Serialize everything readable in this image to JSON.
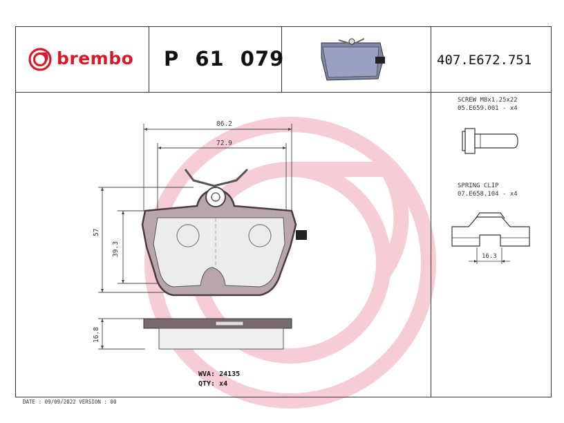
{
  "header": {
    "brand": "brembo",
    "part_code": "P 61 079",
    "reference": "407.E672.751"
  },
  "screw": {
    "name": "SCREW M8x1.25x22",
    "code": "05.E659.001 - x4"
  },
  "clip": {
    "name": "SPRING CLIP",
    "code": "07.E658.104 - x4",
    "dim": "16.3"
  },
  "dimensions": {
    "width_outer": "86.2",
    "width_inner": "72.9",
    "height_outer": "57",
    "height_inner": "39.3",
    "thickness": "16.8"
  },
  "info": {
    "wva": "WVA: 24135",
    "qty": "QTY: x4"
  },
  "footer": {
    "text": "DATE : 09/09/2022 VERSION : 00"
  },
  "colors": {
    "brand_red": "#d8192a",
    "watermark": "#f6d0d6",
    "pad_fill": "#ececec",
    "backplate": "#7a6a70"
  }
}
